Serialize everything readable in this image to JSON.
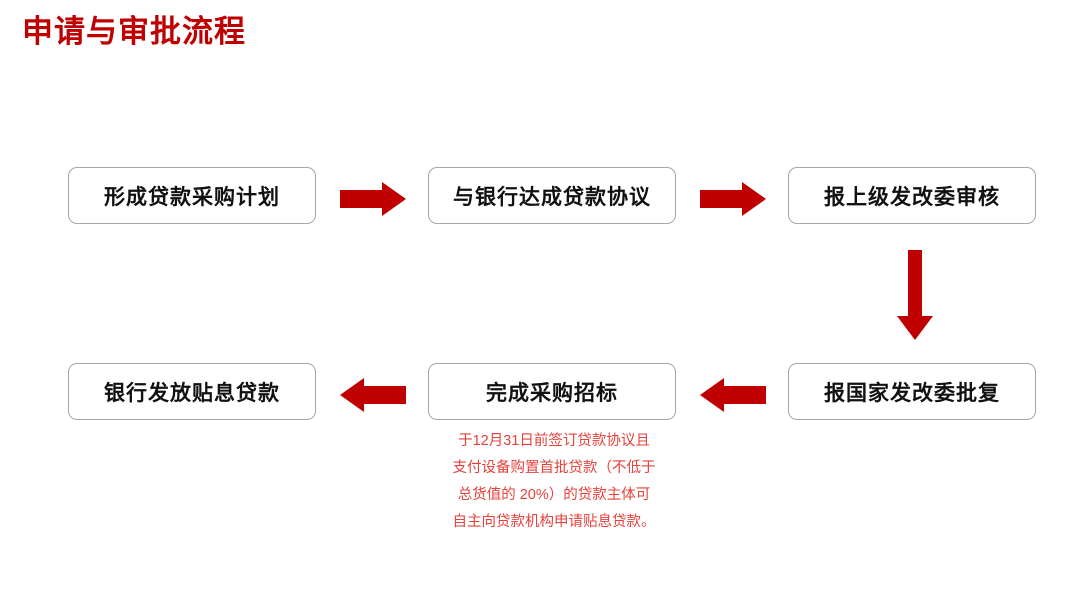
{
  "slide": {
    "title": "申请与审批流程",
    "accent_color": "#C00000",
    "note_color": "#E8403A",
    "box_border_color": "#A6A6A6",
    "background_color": "#FFFFFF"
  },
  "flow": {
    "steps": [
      {
        "id": "step-1",
        "label": "形成贷款采购计划",
        "row": 1,
        "col": 1
      },
      {
        "id": "step-2",
        "label": "与银行达成贷款协议",
        "row": 1,
        "col": 2
      },
      {
        "id": "step-3",
        "label": "报上级发改委审核",
        "row": 1,
        "col": 3
      },
      {
        "id": "step-4",
        "label": "报国家发改委批复",
        "row": 2,
        "col": 3
      },
      {
        "id": "step-5",
        "label": "完成采购招标",
        "row": 2,
        "col": 2
      },
      {
        "id": "step-6",
        "label": "银行发放贴息贷款",
        "row": 2,
        "col": 1
      }
    ],
    "connectors": [
      {
        "id": "arrow-1",
        "direction": "right",
        "from": "step-1",
        "to": "step-2"
      },
      {
        "id": "arrow-2",
        "direction": "right",
        "from": "step-2",
        "to": "step-3"
      },
      {
        "id": "arrow-3",
        "direction": "down",
        "from": "step-3",
        "to": "step-4"
      },
      {
        "id": "arrow-4",
        "direction": "left",
        "from": "step-4",
        "to": "step-5"
      },
      {
        "id": "arrow-5",
        "direction": "left",
        "from": "step-5",
        "to": "step-6"
      }
    ],
    "arrow_color": "#C00000"
  },
  "note": {
    "lines": [
      "于12月31日前签订贷款协议且",
      "支付设备购置首批贷款（不低于",
      "总货值的 20%）的贷款主体可",
      "自主向贷款机构申请贴息贷款。"
    ]
  }
}
